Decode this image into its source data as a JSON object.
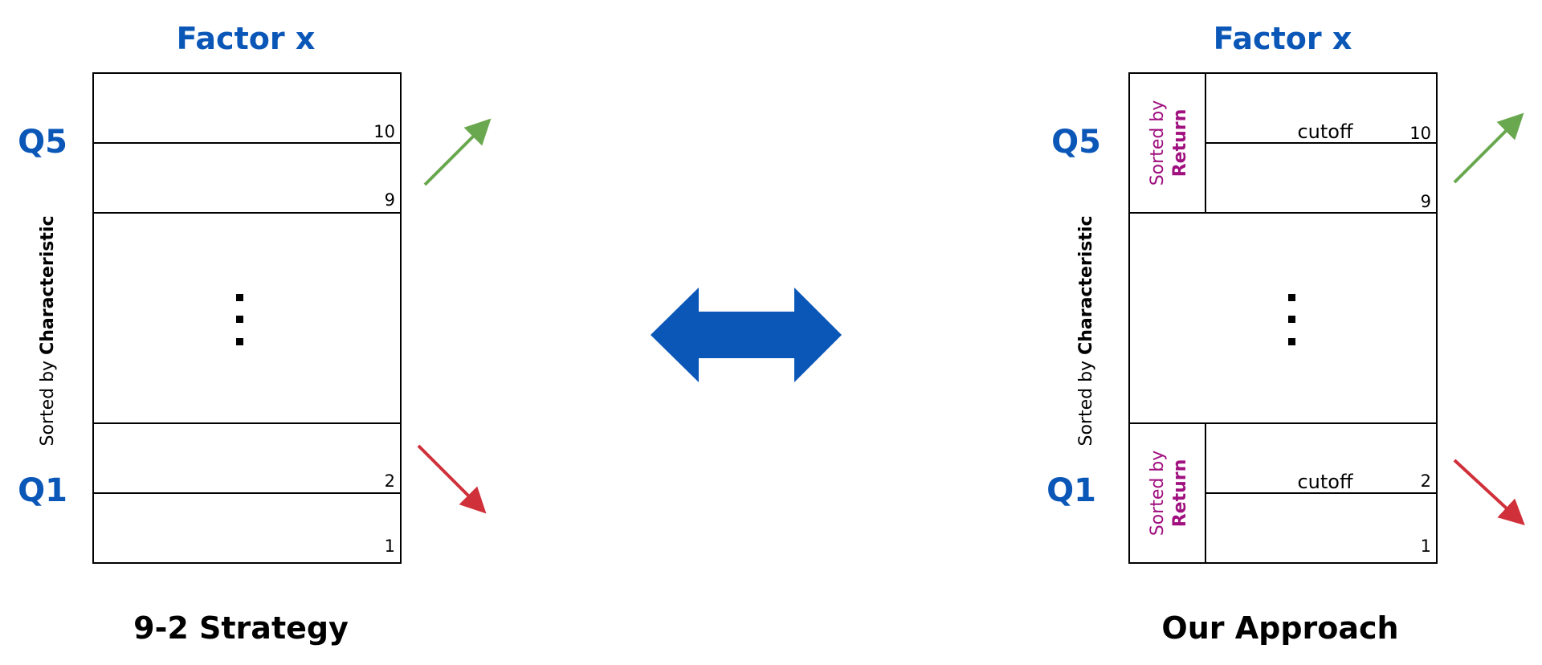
{
  "left": {
    "title": "Factor x",
    "q5": "Q5",
    "q1": "Q1",
    "side_prefix": "Sorted by ",
    "side_bold": "Characteristic",
    "labels": {
      "n10": "10",
      "n9": "9",
      "n2": "2",
      "n1": "1"
    },
    "caption": "9-2 Strategy"
  },
  "right": {
    "title": "Factor x",
    "q5": "Q5",
    "q1": "Q1",
    "side_prefix": "Sorted by ",
    "side_bold": "Characteristic",
    "inner_prefix": "Sorted by",
    "inner_bold": "Return",
    "cutoff": "cutoff",
    "labels": {
      "n10": "10",
      "n9": "9",
      "n2": "2",
      "n1": "1"
    },
    "caption": "Our Approach"
  },
  "colors": {
    "title_blue": "#0b57b8",
    "return_purple": "#a0107f",
    "up_arrow_green": "#6aa84f",
    "down_arrow_red": "#d0303a",
    "double_arrow_blue": "#0b57b8"
  },
  "icons": {
    "up_arrow": "arrow-up-right-icon",
    "down_arrow": "arrow-down-right-icon",
    "center": "double-arrow-icon"
  }
}
